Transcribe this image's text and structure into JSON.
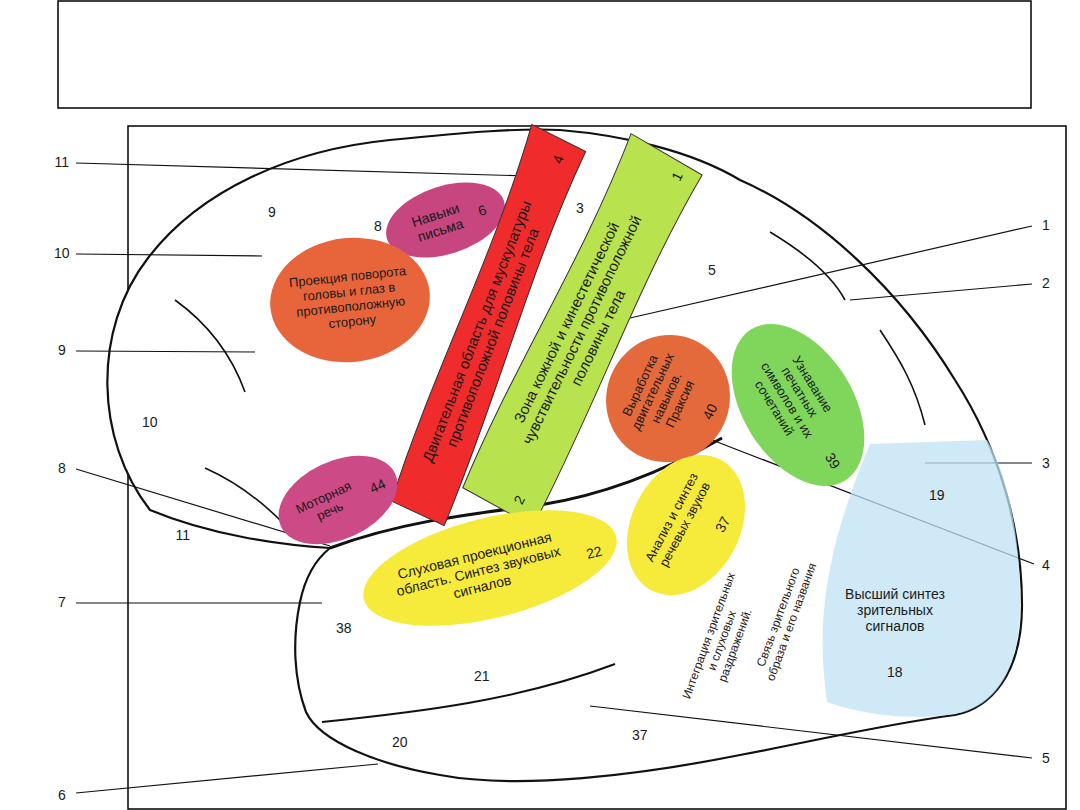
{
  "diagram": {
    "nodes": [
      {
        "text": [
          "Навыки письма",
          "6"
        ]
      },
      {
        "text": [
          "Проекция поворота головы и глаз в противоположную сторону"
        ]
      },
      {
        "text": [
          "Двигательная область для мускулатуры противоположной половины тела",
          "4"
        ]
      },
      {
        "text": [
          "Зона кожной и кинестетической чувствительности противоположной половины тела",
          "1",
          "2"
        ]
      },
      {
        "text": [
          "Моторная речь",
          "44"
        ]
      },
      {
        "text": [
          "Выработка двигательных навыков. Праксия",
          "40"
        ]
      },
      {
        "text": [
          "Узнавание печатных символов и их сочетаний",
          "39"
        ]
      },
      {
        "text": [
          "Слуховая проекционная область. Синтез звуковых сигналов",
          "22"
        ]
      },
      {
        "text": [
          "Анализ и синтез речевых звуков",
          "37"
        ]
      },
      {
        "text": [
          "Высший синтез зрительных сигналов",
          "19",
          "18"
        ]
      }
    ],
    "labels": [
      "11",
      "10",
      "9",
      "8",
      "7",
      "6",
      "1",
      "2",
      "3",
      "4",
      "5",
      "9",
      "8",
      "10",
      "11",
      "3",
      "5",
      "38",
      "21",
      "20",
      "37",
      "Интеграция зрительных и слуховых раздражений.",
      "Связь зрительного образа и его названия"
    ]
  }
}
